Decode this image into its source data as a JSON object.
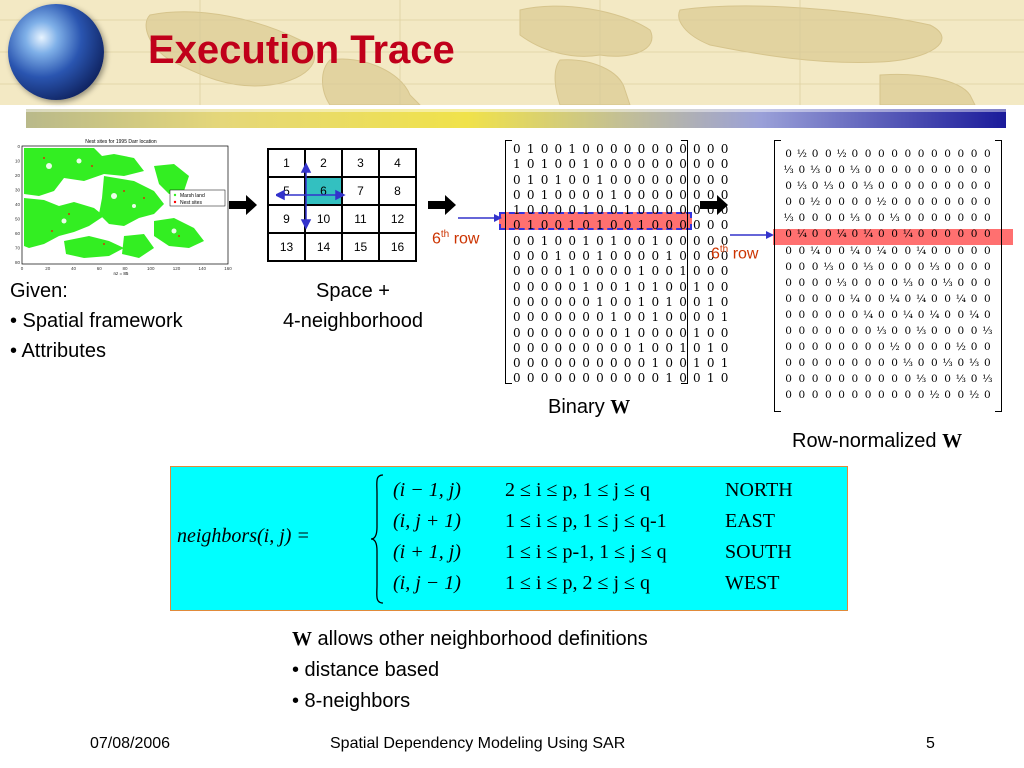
{
  "slide": {
    "title": "Execution Trace",
    "footer": {
      "date": "07/08/2006",
      "center": "Spatial Dependency Modeling Using SAR",
      "page": "5"
    }
  },
  "map": {
    "title": "Nest sites for 1995 Darr location",
    "legend": [
      "Marsh land",
      "Nest sites"
    ],
    "x_ticks": [
      "0",
      "20",
      "40",
      "60",
      "80",
      "100",
      "120",
      "140",
      "160"
    ],
    "y_ticks": [
      "0",
      "10",
      "20",
      "30",
      "40",
      "50",
      "60",
      "70",
      "80"
    ],
    "xlabel": "nz = 85",
    "colors": {
      "marsh": "#33ee22",
      "nest": "#ff0000"
    }
  },
  "given": {
    "heading": "Given:",
    "items": [
      "• Spatial framework",
      "• Attributes"
    ]
  },
  "grid": {
    "cells": [
      "1",
      "2",
      "3",
      "4",
      "5",
      "6",
      "7",
      "8",
      "9",
      "10",
      "11",
      "12",
      "13",
      "14",
      "15",
      "16"
    ],
    "highlight": "6"
  },
  "space_label": [
    "Space +",
    "4-neighborhood"
  ],
  "binary": {
    "label": "Binary",
    "label_bold": "W",
    "rows": [
      "0 1 0 0 1 0 0 0 0 0 0 0 0 0 0 0",
      "1 0 1 0 0 1 0 0 0 0 0 0 0 0 0 0",
      "0 1 0 1 0 0 1 0 0 0 0 0 0 0 0 0",
      "0 0 1 0 0 0 0 1 0 0 0 0 0 0 0 0",
      "1 0 0 0 0 1 0 0 1 0 0 0 0 0 0 0",
      "0 1 0 0 1 0 1 0 0 1 0 0 0 0 0 0",
      "0 0 1 0 0 1 0 1 0 0 1 0 0 0 0 0",
      "0 0 0 1 0 0 1 0 0 0 0 1 0 0 0 0",
      "0 0 0 0 1 0 0 0 0 1 0 0 1 0 0 0",
      "0 0 0 0 0 1 0 0 1 0 1 0 0 1 0 0",
      "0 0 0 0 0 0 1 0 0 1 0 1 0 0 1 0",
      "0 0 0 0 0 0 0 1 0 0 1 0 0 0 0 1",
      "0 0 0 0 0 0 0 0 1 0 0 0 0 1 0 0",
      "0 0 0 0 0 0 0 0 0 1 0 0 1 0 1 0",
      "0 0 0 0 0 0 0 0 0 0 1 0 0 1 0 1",
      "0 0 0 0 0 0 0 0 0 0 0 1 0 0 1 0"
    ],
    "row_label": "6",
    "row_label_sup": "th",
    "row_label_word": " row"
  },
  "normalized": {
    "label": "Row-normalized",
    "label_bold": "W",
    "rows": [
      [
        "0",
        "½",
        "0",
        "0",
        "½",
        "0",
        "0",
        "0",
        "0",
        "0",
        "0",
        "0",
        "0",
        "0",
        "0",
        "0"
      ],
      [
        "⅓",
        "0",
        "⅓",
        "0",
        "0",
        "⅓",
        "0",
        "0",
        "0",
        "0",
        "0",
        "0",
        "0",
        "0",
        "0",
        "0"
      ],
      [
        "0",
        "⅓",
        "0",
        "⅓",
        "0",
        "0",
        "⅓",
        "0",
        "0",
        "0",
        "0",
        "0",
        "0",
        "0",
        "0",
        "0"
      ],
      [
        "0",
        "0",
        "½",
        "0",
        "0",
        "0",
        "0",
        "½",
        "0",
        "0",
        "0",
        "0",
        "0",
        "0",
        "0",
        "0"
      ],
      [
        "⅓",
        "0",
        "0",
        "0",
        "0",
        "⅓",
        "0",
        "0",
        "⅓",
        "0",
        "0",
        "0",
        "0",
        "0",
        "0",
        "0"
      ],
      [
        "0",
        "¼",
        "0",
        "0",
        "¼",
        "0",
        "¼",
        "0",
        "0",
        "¼",
        "0",
        "0",
        "0",
        "0",
        "0",
        "0"
      ],
      [
        "0",
        "0",
        "¼",
        "0",
        "0",
        "¼",
        "0",
        "¼",
        "0",
        "0",
        "¼",
        "0",
        "0",
        "0",
        "0",
        "0"
      ],
      [
        "0",
        "0",
        "0",
        "⅓",
        "0",
        "0",
        "⅓",
        "0",
        "0",
        "0",
        "0",
        "⅓",
        "0",
        "0",
        "0",
        "0"
      ],
      [
        "0",
        "0",
        "0",
        "0",
        "⅓",
        "0",
        "0",
        "0",
        "0",
        "⅓",
        "0",
        "0",
        "⅓",
        "0",
        "0",
        "0"
      ],
      [
        "0",
        "0",
        "0",
        "0",
        "0",
        "¼",
        "0",
        "0",
        "¼",
        "0",
        "¼",
        "0",
        "0",
        "¼",
        "0",
        "0"
      ],
      [
        "0",
        "0",
        "0",
        "0",
        "0",
        "0",
        "¼",
        "0",
        "0",
        "¼",
        "0",
        "¼",
        "0",
        "0",
        "¼",
        "0"
      ],
      [
        "0",
        "0",
        "0",
        "0",
        "0",
        "0",
        "0",
        "⅓",
        "0",
        "0",
        "⅓",
        "0",
        "0",
        "0",
        "0",
        "⅓"
      ],
      [
        "0",
        "0",
        "0",
        "0",
        "0",
        "0",
        "0",
        "0",
        "½",
        "0",
        "0",
        "0",
        "0",
        "½",
        "0",
        "0"
      ],
      [
        "0",
        "0",
        "0",
        "0",
        "0",
        "0",
        "0",
        "0",
        "0",
        "⅓",
        "0",
        "0",
        "⅓",
        "0",
        "⅓",
        "0"
      ],
      [
        "0",
        "0",
        "0",
        "0",
        "0",
        "0",
        "0",
        "0",
        "0",
        "0",
        "⅓",
        "0",
        "0",
        "⅓",
        "0",
        "⅓"
      ],
      [
        "0",
        "0",
        "0",
        "0",
        "0",
        "0",
        "0",
        "0",
        "0",
        "0",
        "0",
        "½",
        "0",
        "0",
        "½",
        "0"
      ]
    ],
    "row_label": "6",
    "row_label_sup": "th",
    "row_label_word": " row"
  },
  "formula": {
    "lhs": "neighbors(i, j) =",
    "cases": [
      {
        "cell": "(i − 1, j)",
        "cond": "2 ≤ i ≤ p, 1 ≤ j ≤ q",
        "dir": "NORTH"
      },
      {
        "cell": "(i, j + 1)",
        "cond": "1 ≤ i ≤ p, 1 ≤ j ≤ q-1",
        "dir": "EAST"
      },
      {
        "cell": "(i + 1, j)",
        "cond": "1 ≤ i ≤ p-1, 1 ≤ j ≤ q",
        "dir": "SOUTH"
      },
      {
        "cell": "(i, j − 1)",
        "cond": "1 ≤ i ≤ p, 2 ≤ j ≤ q",
        "dir": "WEST"
      }
    ]
  },
  "notes": {
    "bold": "W",
    "first_rest": " allows other neighborhood definitions",
    "items": [
      "• distance based",
      "• 8-neighbors"
    ]
  }
}
